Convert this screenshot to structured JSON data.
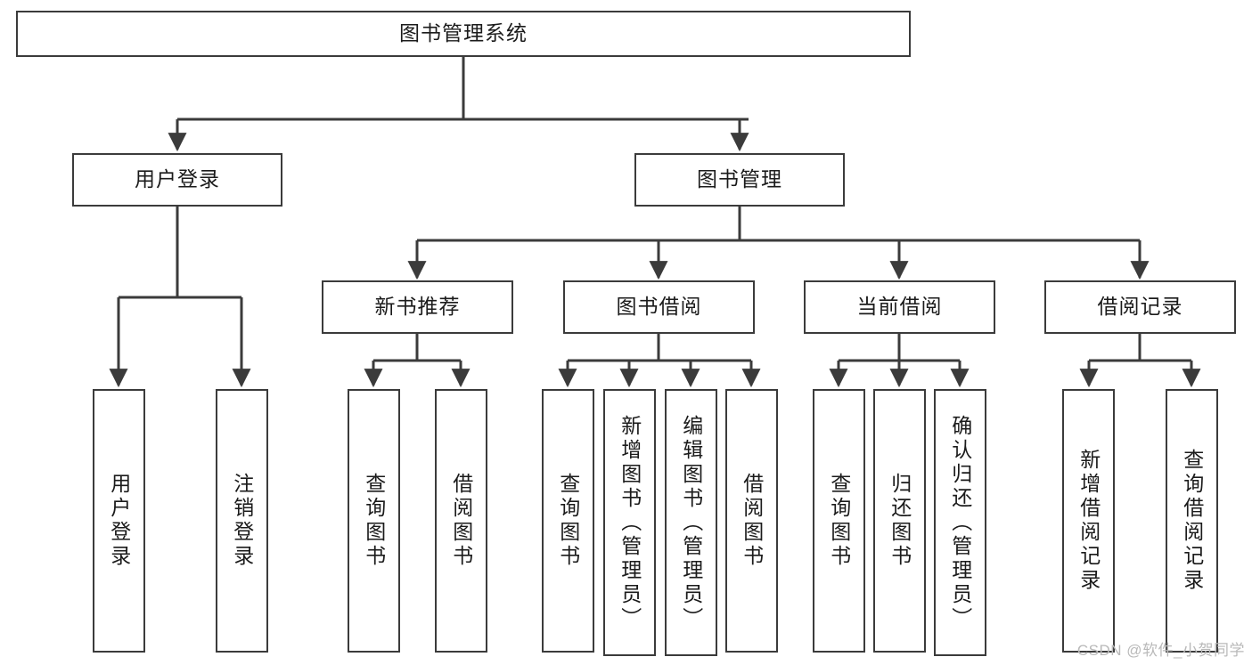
{
  "diagram": {
    "type": "tree",
    "title": "图书管理系统",
    "root": {
      "label": "图书管理系统"
    },
    "level2": [
      {
        "label": "用户登录"
      },
      {
        "label": "图书管理"
      }
    ],
    "level3": [
      {
        "label": "新书推荐"
      },
      {
        "label": "图书借阅"
      },
      {
        "label": "当前借阅"
      },
      {
        "label": "借阅记录"
      }
    ],
    "leaves": {
      "user_login": [
        {
          "label": "用户登录"
        },
        {
          "label": "注销登录"
        }
      ],
      "new_book_recommend": [
        {
          "label": "查询图书"
        },
        {
          "label": "借阅图书"
        }
      ],
      "book_borrow": [
        {
          "label": "查询图书"
        },
        {
          "label": "新增图书（管理员）"
        },
        {
          "label": "编辑图书（管理员）"
        },
        {
          "label": "借阅图书"
        }
      ],
      "current_borrow": [
        {
          "label": "查询图书"
        },
        {
          "label": "归还图书"
        },
        {
          "label": "确认归还（管理员）"
        }
      ],
      "borrow_records": [
        {
          "label": "新增借阅记录"
        },
        {
          "label": "查询借阅记录"
        }
      ]
    }
  },
  "watermark": {
    "text": "CSDN @软件_小贺同学"
  },
  "colors": {
    "stroke": "#3b3b3b",
    "text": "#1b1b1b",
    "background": "#ffffff",
    "watermark": "#b9b9b9"
  }
}
